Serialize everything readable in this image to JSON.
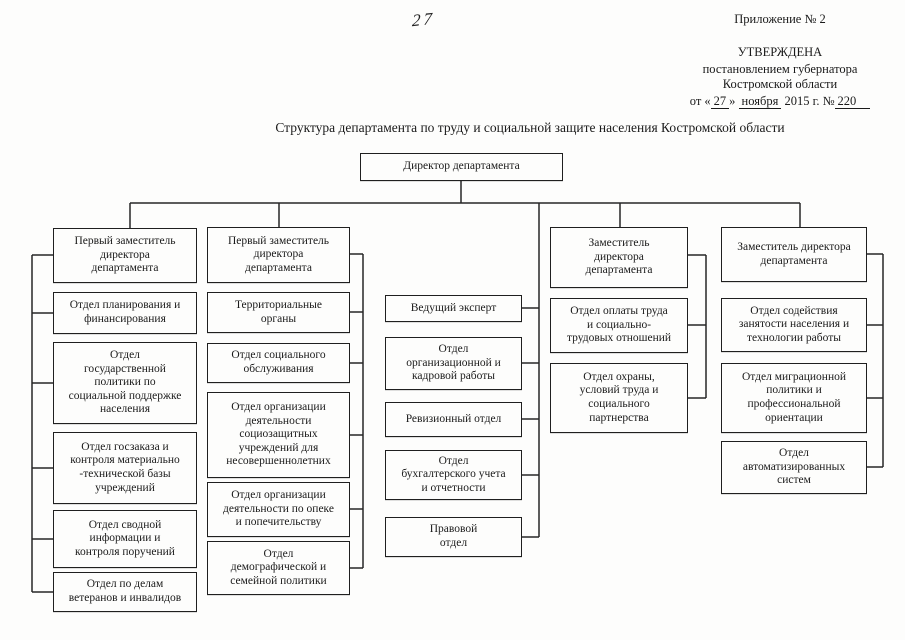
{
  "page": {
    "page_number": "27",
    "annex": "Приложение № 2",
    "approval": {
      "line1": "УТВЕРЖДЕНА",
      "line2": "постановлением губернатора",
      "line3": "Костромской области",
      "date_prefix": "от «",
      "date_day": "27",
      "date_quote_close": "»",
      "date_month": "ноября",
      "date_year": "2015 г.",
      "number_sign": "№",
      "number_value": "220"
    },
    "title": "Структура департамента по труду и социальной защите населения Костромской области"
  },
  "org": {
    "director": "Директор департамента",
    "col1": {
      "head": "Первый заместитель\nдиректора\nдепартамента",
      "items": [
        "Отдел планирования и\nфинансирования",
        "Отдел\nгосударственной\nполитики по\nсоциальной поддержке\nнаселения",
        "Отдел госзаказа и\nконтроля материально\n-технической базы\nучреждений",
        "Отдел сводной\nинформации и\nконтроля поручений",
        "Отдел по делам\nветеранов и инвалидов"
      ]
    },
    "col2": {
      "head": "Первый заместитель\nдиректора\nдепартамента",
      "items": [
        "Территориальные\nорганы",
        "Отдел социального\nобслуживания",
        "Отдел организации\nдеятельности\nсоциозащитных\nучреждений для\nнесовершеннолетних",
        "Отдел организации\nдеятельности по опеке\nи попечительству",
        "Отдел\nдемографической и\nсемейной политики"
      ]
    },
    "col3": {
      "items": [
        "Ведущий эксперт",
        "Отдел\nорганизационной и\nкадровой работы",
        "Ревизионный отдел",
        "Отдел\nбухгалтерского учета\nи отчетности",
        "Правовой\nотдел"
      ]
    },
    "col4": {
      "head": "Заместитель\nдиректора\nдепартамента",
      "items": [
        "Отдел оплаты труда\nи социально-\nтрудовых отношений",
        "Отдел охраны,\nусловий труда и\nсоциального\nпартнерства"
      ]
    },
    "col5": {
      "head": "Заместитель директора\nдепартамента",
      "items": [
        "Отдел содействия\nзанятости населения и\nтехнологии работы",
        "Отдел миграционной\nполитики и\nпрофессиональной\nориентации",
        "Отдел\nавтоматизированных\nсистем"
      ]
    }
  }
}
